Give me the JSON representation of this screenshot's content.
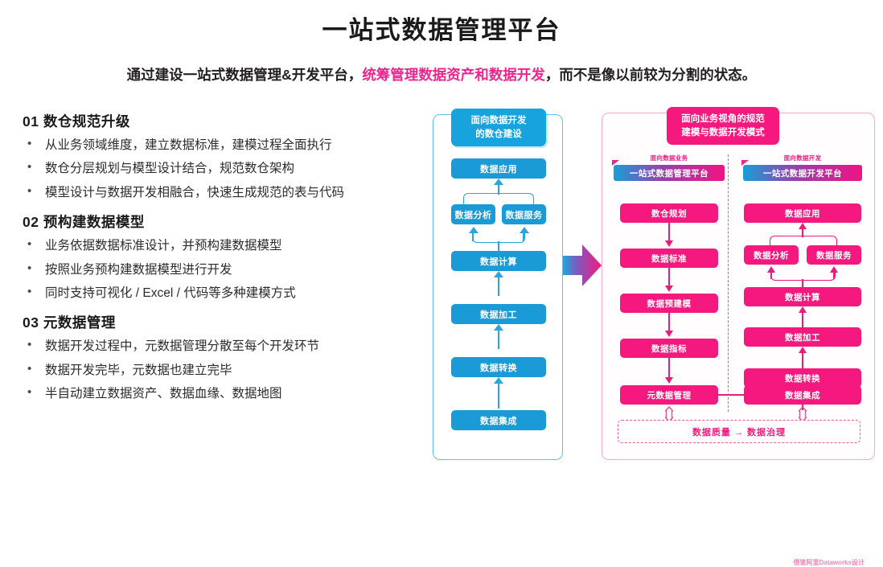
{
  "header": {
    "title": "一站式数据管理平台",
    "subtitle_part1": "通过建设一站式数据管理&开发平台，",
    "subtitle_highlight": "统筹管理数据资产和数据开发",
    "subtitle_part2": "，而不是像以前较为分割的状态。"
  },
  "colors": {
    "accent_pink": "#ec268f",
    "box_pink": "#f5197f",
    "box_cyan": "#1a9bd8",
    "head_cyan": "#17a3dd",
    "panel_cyan_border": "#57c3f0",
    "panel_pink_border": "#f7a8cd"
  },
  "sections": [
    {
      "number": "01",
      "heading": "数仓规范升级",
      "bullets": [
        "从业务领域维度，建立数据标准，建模过程全面执行",
        "数仓分层规划与模型设计结合，规范数仓架构",
        "模型设计与数据开发相融合，快速生成规范的表与代码"
      ]
    },
    {
      "number": "02",
      "heading": "预构建数据模型",
      "bullets": [
        "业务依据数据标准设计，并预构建数据模型",
        "按照业务预构建数据模型进行开发",
        "同时支持可视化 / Excel / 代码等多种建模方式"
      ]
    },
    {
      "number": "03",
      "heading": "元数据管理",
      "bullets": [
        "数据开发过程中，元数据管理分散至每个开发环节",
        "数据开发完毕，元数据也建立完毕",
        "半自动建立数据资产、数据血缘、数据地图"
      ]
    }
  ],
  "diagram": {
    "left_panel": {
      "header_line1": "面向数据开发",
      "header_line2": "的数仓建设",
      "nodes": {
        "application": "数据应用",
        "analysis": "数据分析",
        "service": "数据服务",
        "compute": "数据计算",
        "processing": "数据加工",
        "transform": "数据转换",
        "integration": "数据集成"
      }
    },
    "transition_icon": "gradient-right-arrow",
    "right_panel": {
      "header_line1": "面向业务视角的规范",
      "header_line2": "建模与数据开发模式",
      "left_column": {
        "sublabel": "面向数据业务",
        "platform": "一站式数据管理平台",
        "nodes": {
          "planning": "数仓规划",
          "standard": "数据标准",
          "premodel": "数据预建模",
          "metric": "数据指标",
          "metadata": "元数据管理"
        }
      },
      "right_column": {
        "sublabel": "面向数据开发",
        "platform": "一站式数据开发平台",
        "nodes": {
          "application": "数据应用",
          "analysis": "数据分析",
          "service": "数据服务",
          "compute": "数据计算",
          "processing": "数据加工",
          "transform": "数据转换",
          "integration": "数据集成"
        }
      },
      "quality_box": "数据质量 → 数据治理",
      "credit": "借鉴阿里Dataworks设计"
    }
  }
}
